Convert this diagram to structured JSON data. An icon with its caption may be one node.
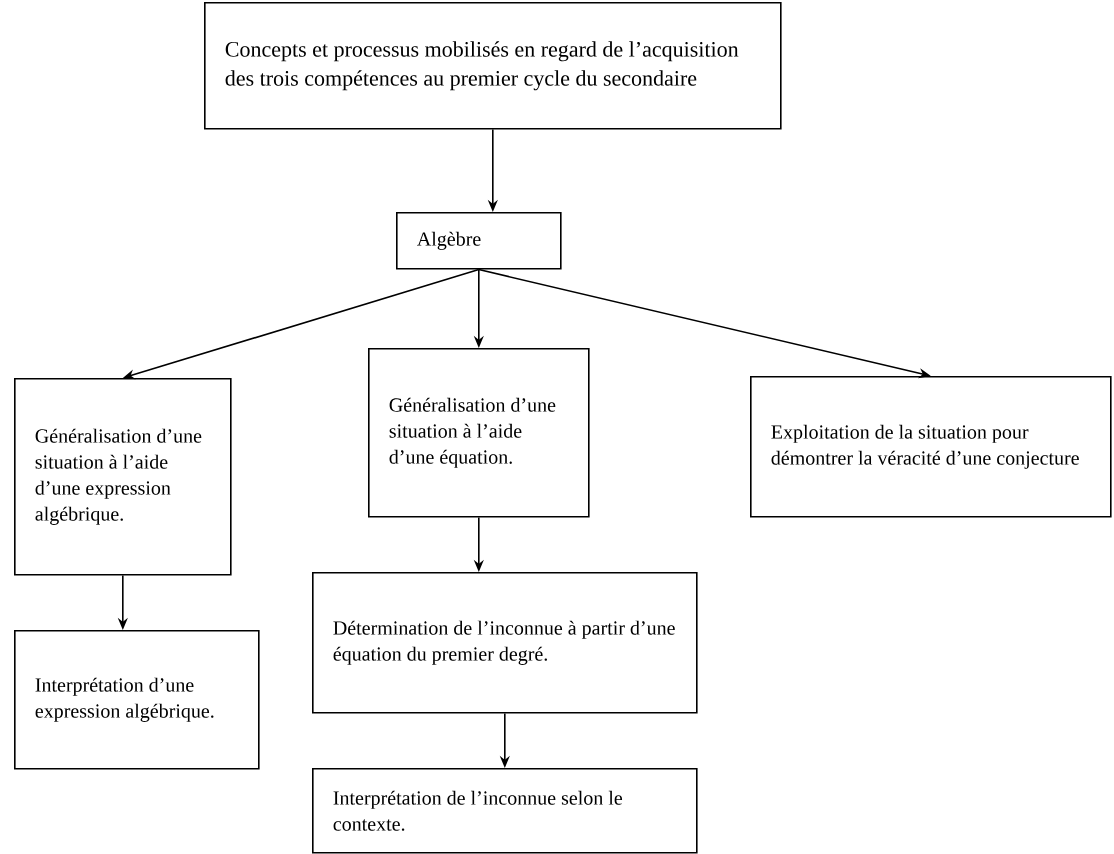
{
  "diagram": {
    "nodes": [
      {
        "text": [
          "Concepts et processus mobilisés en regard de l’acquisition des trois compétences au premier cycle du secondaire"
        ]
      },
      {
        "text": [
          "Algèbre"
        ]
      },
      {
        "text": [
          "Généralisation d’une situation à l’aide d’une expression algébrique."
        ]
      },
      {
        "text": [
          "Généralisation d’une situation à l’aide d’une équation."
        ]
      },
      {
        "text": [
          "Exploitation de la situation pour démontrer la véracité d’une conjecture"
        ]
      },
      {
        "text": [
          "Interprétation d’une expression algébrique."
        ]
      },
      {
        "text": [
          "Détermination de l’inconnue à partir d’une équation du premier degré."
        ]
      },
      {
        "text": [
          "Interprétation de l’inconnue selon le contexte."
        ]
      }
    ],
    "edges": [
      {
        "from": 0,
        "to": 1,
        "arrow": "to"
      },
      {
        "from": 1,
        "to": 2,
        "arrow": "to"
      },
      {
        "from": 1,
        "to": 3,
        "arrow": "to"
      },
      {
        "from": 1,
        "to": 4,
        "arrow": "to"
      },
      {
        "from": 2,
        "to": 5,
        "arrow": "to"
      },
      {
        "from": 3,
        "to": 6,
        "arrow": "to"
      },
      {
        "from": 6,
        "to": 7,
        "arrow": "to"
      }
    ]
  }
}
